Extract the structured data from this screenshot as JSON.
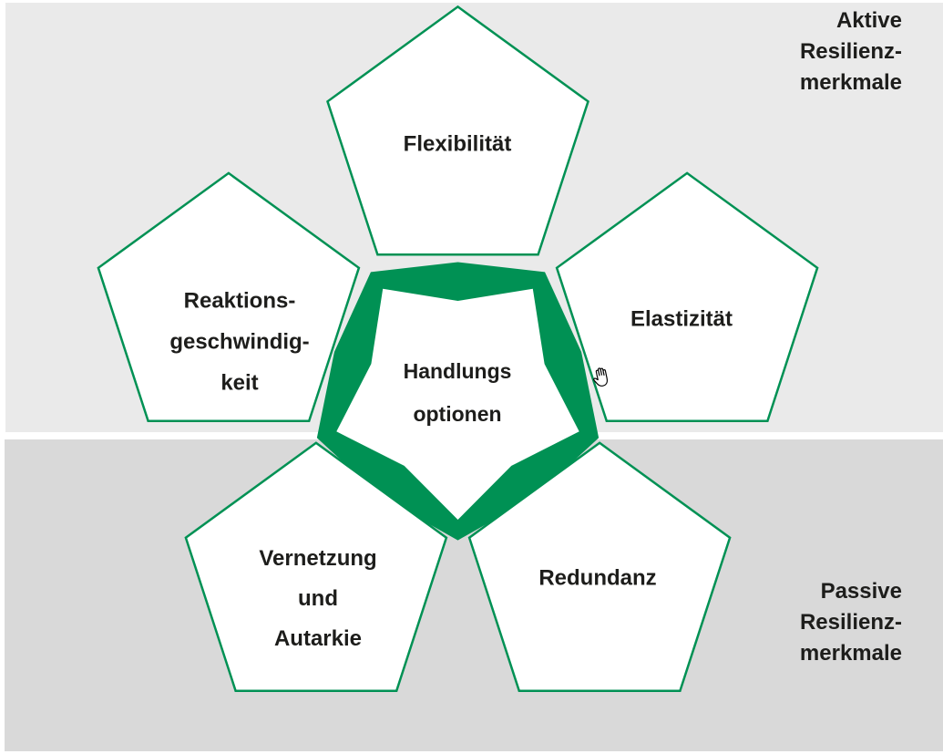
{
  "figure": {
    "active_title": {
      "lines": [
        "Aktive",
        "Resilienz-",
        "merkmale"
      ]
    },
    "passive_title": {
      "lines": [
        "Passive",
        "Resilienz-",
        "merkmale"
      ]
    },
    "center_star": {
      "lines": [
        "Handlungs",
        "optionen"
      ]
    },
    "pentagons": {
      "top": {
        "label_lines": [
          "Flexibilität"
        ]
      },
      "right": {
        "label_lines": [
          "Elastizität"
        ]
      },
      "left": {
        "label_lines": [
          "Reaktions-",
          "geschwindig-",
          "keit"
        ]
      },
      "bottom_right": {
        "label_lines": [
          "Redundanz"
        ]
      },
      "bottom_left": {
        "label_lines": [
          "Vernetzung",
          "und",
          "Autarkie"
        ]
      }
    },
    "cursor_icon": "open-hand-cursor",
    "colors": {
      "green": "#009154",
      "band_light": "#EAEAEA",
      "band_dark": "#D9D9D9",
      "pentagon_fill": "#FFFFFF",
      "text": "#1D1D1B"
    }
  }
}
